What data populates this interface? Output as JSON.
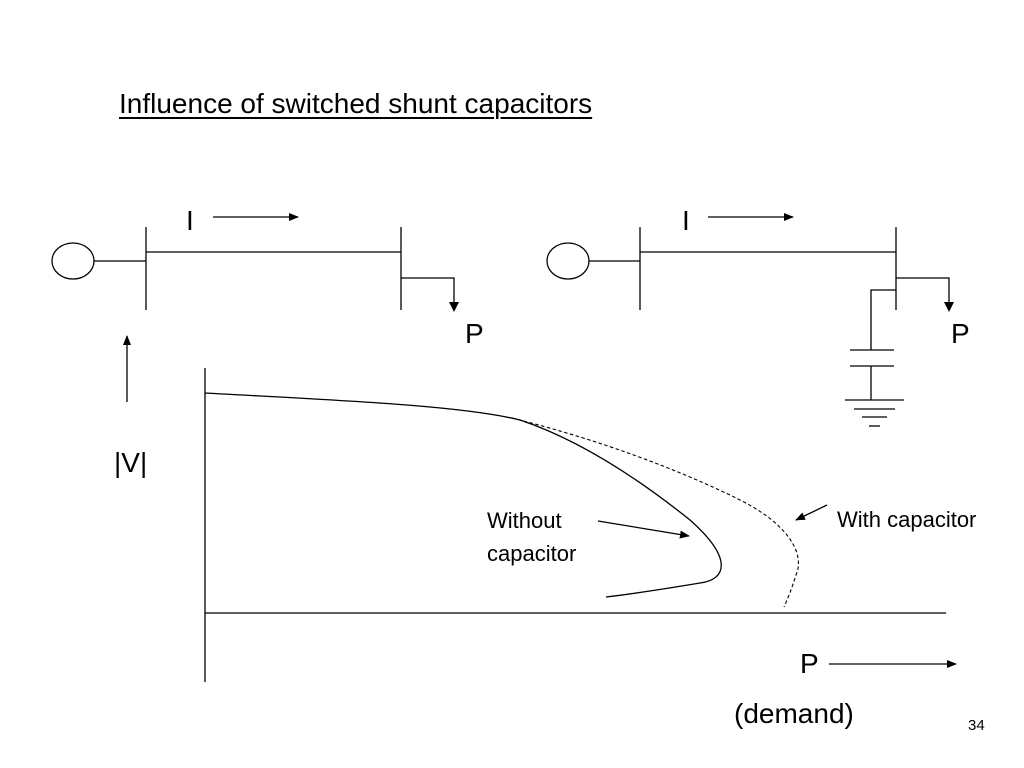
{
  "slide": {
    "title": "Influence of switched shunt capacitors",
    "page_number": "34"
  },
  "circuit_left": {
    "current_label": "I",
    "load_label": "P"
  },
  "circuit_right": {
    "current_label": "I",
    "load_label": "P"
  },
  "plot": {
    "y_axis_label": "|V|",
    "x_axis_label": "P",
    "x_axis_sublabel": "(demand)",
    "curve_without_label_line1": "Without",
    "curve_without_label_line2": "capacitor",
    "curve_with_label": "With capacitor"
  }
}
